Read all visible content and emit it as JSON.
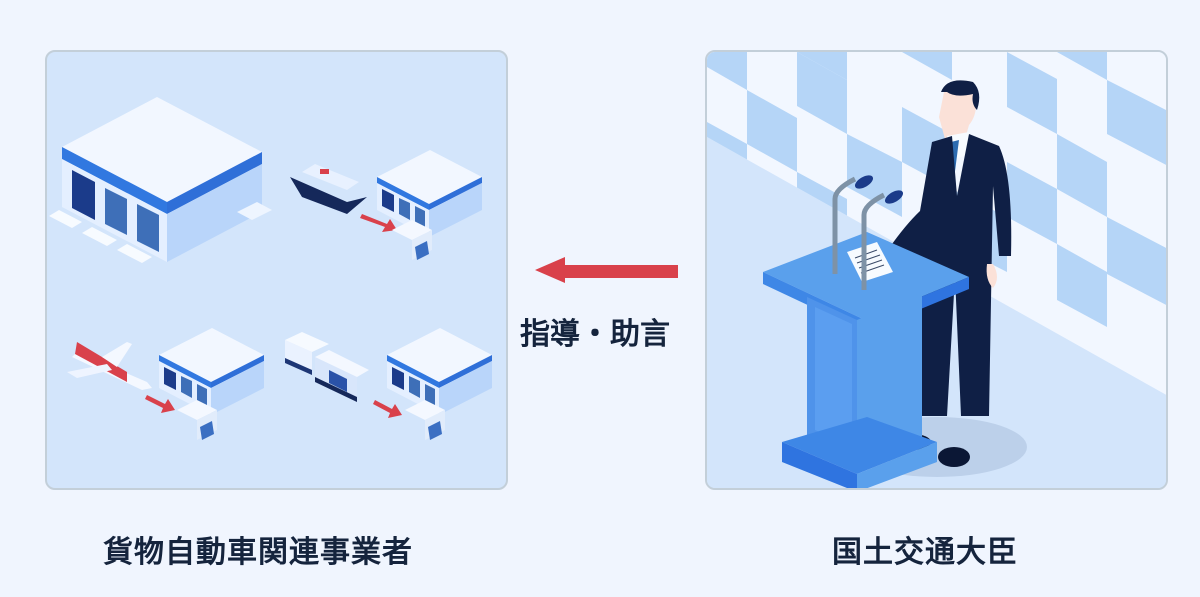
{
  "diagram": {
    "left_entity": {
      "label": "貨物自動車関連事業者",
      "illustration": "warehouses-with-ship-plane-train-and-trucks"
    },
    "right_entity": {
      "label": "国土交通大臣",
      "illustration": "minister-at-podium"
    },
    "relation": {
      "label": "指導・助言",
      "direction": "right-to-left",
      "arrow_color": "#d9414b"
    }
  },
  "colors": {
    "background": "#f0f5fe",
    "panel_fill": "#d3e5fb",
    "panel_border": "#c3cfd9",
    "text": "#15243d",
    "accent_blue": "#2f74e0",
    "suit_navy": "#0f1f45"
  }
}
